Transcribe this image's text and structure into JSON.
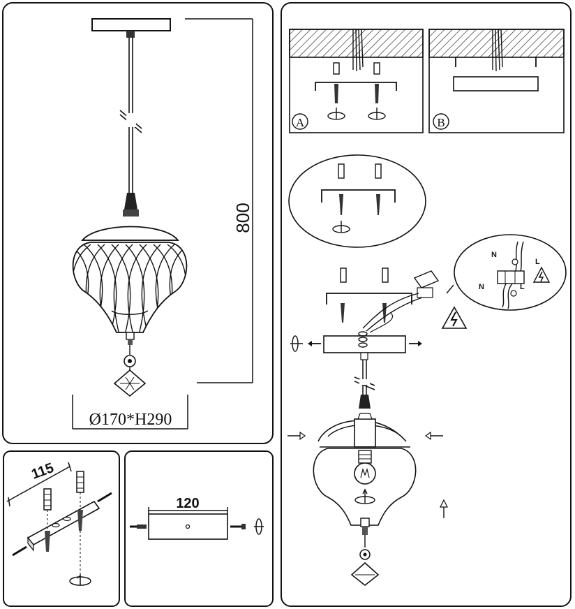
{
  "main_drawing": {
    "height_dim": "800",
    "size_dim": "Ø170*H290"
  },
  "bracket_detail": {
    "dim_115": "115"
  },
  "canopy_detail": {
    "dim_120": "120"
  },
  "install": {
    "step_a": "A",
    "step_b": "B",
    "wire_n1": "N",
    "wire_l1": "L",
    "wire_n2": "N",
    "wire_l2": "L"
  }
}
